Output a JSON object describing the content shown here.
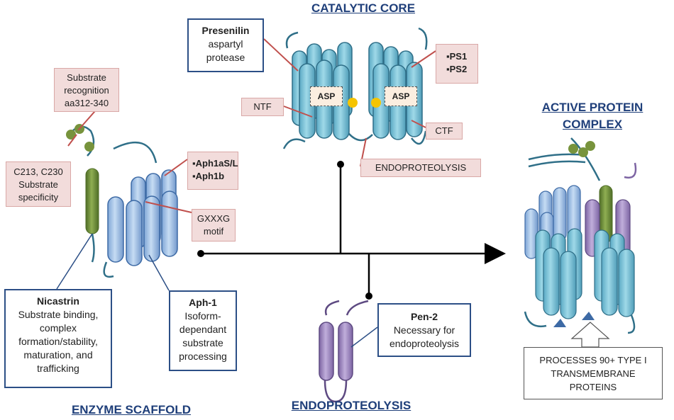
{
  "headings": {
    "catalytic_core": "CATALYTIC CORE",
    "active_complex_line1": "ACTIVE PROTEIN",
    "active_complex_line2": "COMPLEX",
    "enzyme_scaffold": "ENZYME SCAFFOLD",
    "endoproteolysis": "ENDOPROTEOLYSIS"
  },
  "presenilin": {
    "title": "Presenilin",
    "line2": "aspartyl",
    "line3": "protease"
  },
  "ps_isoforms": {
    "line1": "▪PS1",
    "line2": "▪PS2"
  },
  "asp_label": "ASP",
  "ntf": "NTF",
  "ctf": "CTF",
  "endo_box": "ENDOPROTEOLYSIS",
  "substrate_recognition": {
    "line1": "Substrate",
    "line2": "recognition",
    "line3": "aa312-340"
  },
  "substrate_specificity": {
    "line1": "C213, C230",
    "line2": "Substrate",
    "line3": "specificity"
  },
  "aph_isoforms": {
    "line1": "▪Aph1aS/L",
    "line2": "▪Aph1b"
  },
  "gxxxg": {
    "line1": "GXXXG",
    "line2": "motif"
  },
  "nicastrin": {
    "title": "Nicastrin",
    "line1": "Substrate binding,",
    "line2": "complex",
    "line3": "formation/stability,",
    "line4": "maturation, and",
    "line5": "trafficking"
  },
  "aph1": {
    "title": "Aph-1",
    "line1": "Isoform-",
    "line2": "dependant",
    "line3": "substrate",
    "line4": "processing"
  },
  "pen2": {
    "title": "Pen-2",
    "line1": "Necessary for",
    "line2": "endoproteolysis"
  },
  "processes": {
    "line1": "PROCESSES 90+ TYPE I",
    "line2": "TRANSMEMBRANE",
    "line3": "PROTEINS"
  },
  "colors": {
    "heading": "#1f3f7a",
    "presenilin": "#8ecfdf",
    "aph1": "#a9c6ea",
    "nicastrin": "#77933c",
    "pen2": "#9c83bd",
    "label_box": "#f2dcdb",
    "strand": "#2f6f88"
  }
}
